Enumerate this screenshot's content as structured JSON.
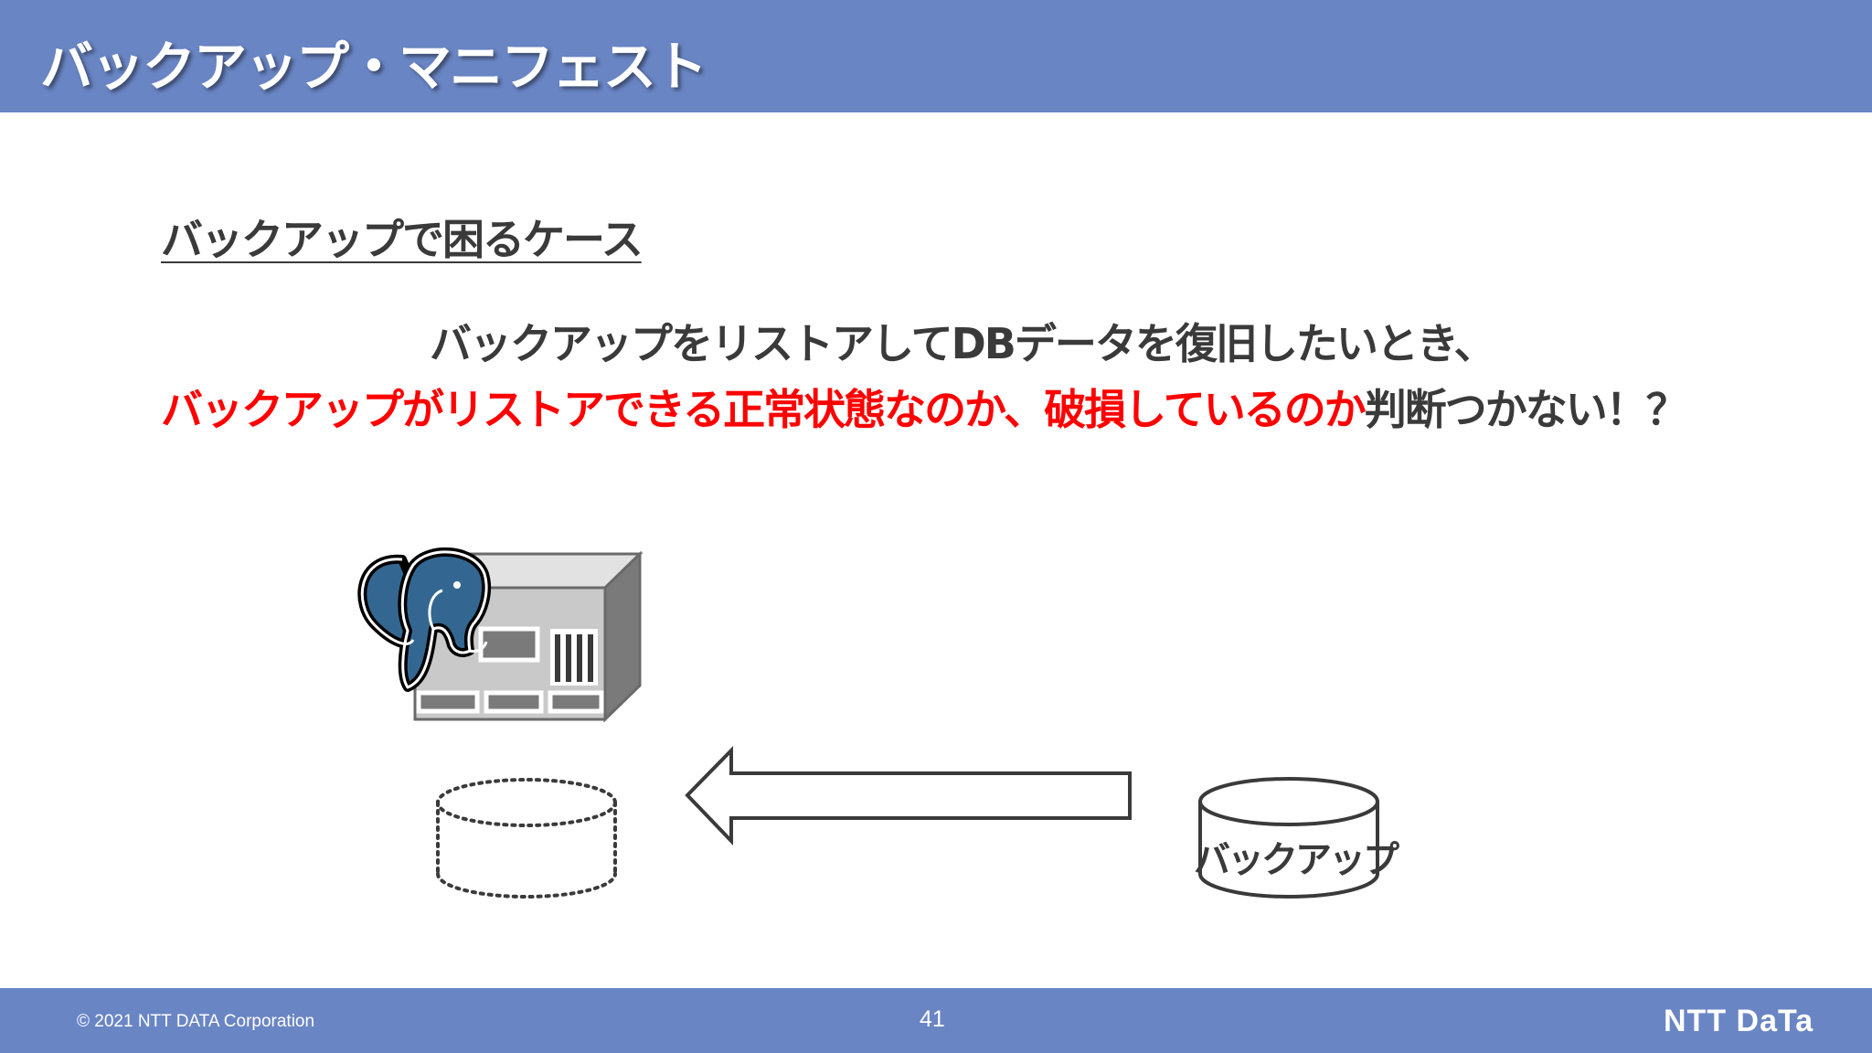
{
  "slide": {
    "title": "バックアップ・マニフェスト",
    "section_heading": "バックアップで困るケース",
    "line1": "バックアップをリストアしてDBデータを復旧したいとき、",
    "line2_red_part": "バックアップがリストアできる正常状態なのか、破損しているのか",
    "line2_dark_part": "判断つかない！？"
  },
  "diagram": {
    "backup_label": "バックアップ",
    "icons": [
      "postgresql-elephant-icon",
      "server-icon",
      "empty-database-icon",
      "backup-database-icon",
      "left-arrow-icon"
    ]
  },
  "footer": {
    "copyright": "© 2021 NTT DATA Corporation",
    "page_number": "41",
    "logo": "NTT DaTa"
  },
  "colors": {
    "header_footer": "#6985c4",
    "emphasis_red": "#ff0000",
    "body_text": "#3a3a3a"
  }
}
